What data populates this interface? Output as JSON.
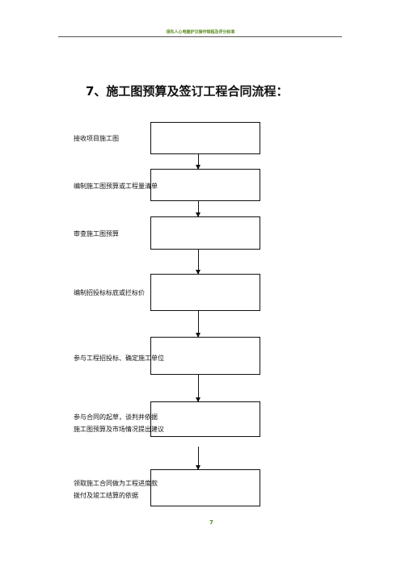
{
  "header": {
    "text": "领先人心电脑护汉操作规程及评分标准"
  },
  "section": {
    "title": "7、施工图预算及签订工程合同流程："
  },
  "flow": {
    "steps": [
      {
        "lines": [
          "接收项目施工图"
        ]
      },
      {
        "lines": [
          "编制施工图预算或工程量清单"
        ]
      },
      {
        "lines": [
          "审查施工图预算"
        ]
      },
      {
        "lines": [
          "编制招投标标底或拦标价"
        ]
      },
      {
        "lines": [
          "参与工程招投标、确定施工单位"
        ]
      },
      {
        "lines": [
          "参与合同的起草，谈判并依据",
          "施工图预算及市场情况提出建议"
        ]
      },
      {
        "lines": [
          "领取施工合同做为工程进度款",
          "拨付及竣工结算的依据"
        ]
      }
    ]
  },
  "footer": {
    "page_number": "7"
  }
}
